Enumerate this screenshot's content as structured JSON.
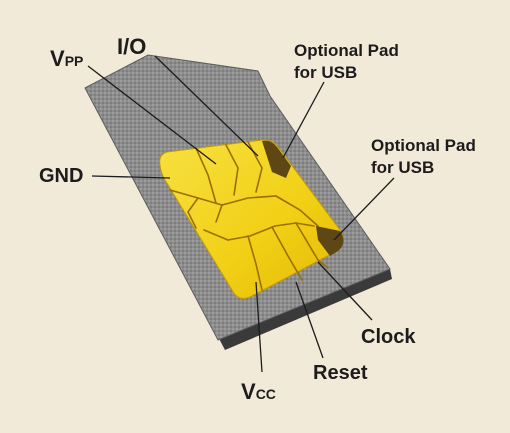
{
  "labels": {
    "vpp": {
      "main": "V",
      "sub": "PP"
    },
    "io": "I/O",
    "gnd": "GND",
    "usb1": {
      "line1": "Optional Pad",
      "line2": "for USB"
    },
    "usb2": {
      "line1": "Optional Pad",
      "line2": "for USB"
    },
    "clock": "Clock",
    "reset": "Reset",
    "vcc": {
      "main": "V",
      "sub": "CC"
    }
  },
  "colors": {
    "background": "#f2ead9",
    "card": "#8c8c8c",
    "chip_gold": "#f2d21a",
    "usb_pad": "#5e4714",
    "leader_line": "#1c1c1c"
  }
}
